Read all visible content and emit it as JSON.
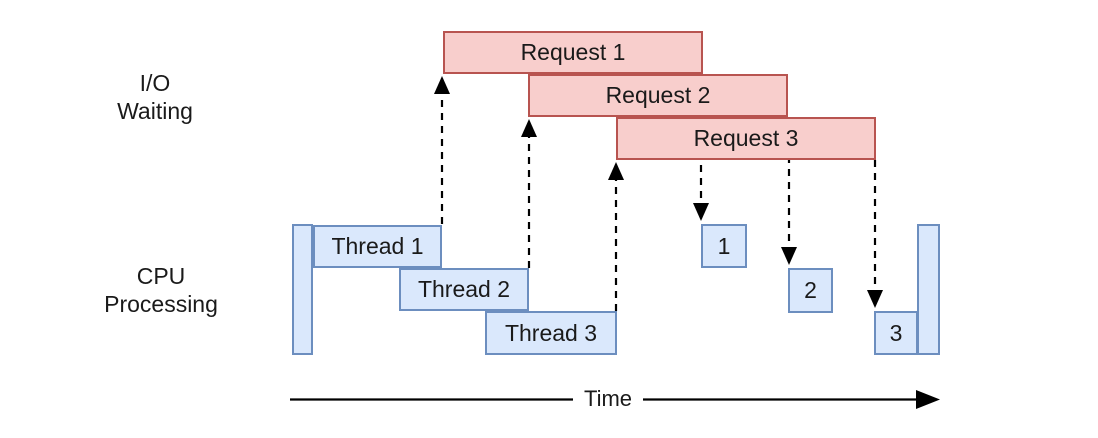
{
  "lanes": {
    "io": {
      "line1": "I/O",
      "line2": "Waiting"
    },
    "cpu": {
      "line1": "CPU",
      "line2": "Processing"
    }
  },
  "requests": [
    {
      "label": "Request 1"
    },
    {
      "label": "Request 2"
    },
    {
      "label": "Request 3"
    }
  ],
  "threads": [
    {
      "label": "Thread 1"
    },
    {
      "label": "Thread 2"
    },
    {
      "label": "Thread 3"
    }
  ],
  "completions": [
    {
      "label": "1"
    },
    {
      "label": "2"
    },
    {
      "label": "3"
    }
  ],
  "time_axis": {
    "label": "Time"
  },
  "colors": {
    "request_fill": "#f8cecc",
    "request_stroke": "#b85450",
    "thread_fill": "#dae8fc",
    "thread_stroke": "#6c8ebf",
    "arrow": "#000000",
    "text": "#1a1a1a",
    "background": "#ffffff"
  }
}
